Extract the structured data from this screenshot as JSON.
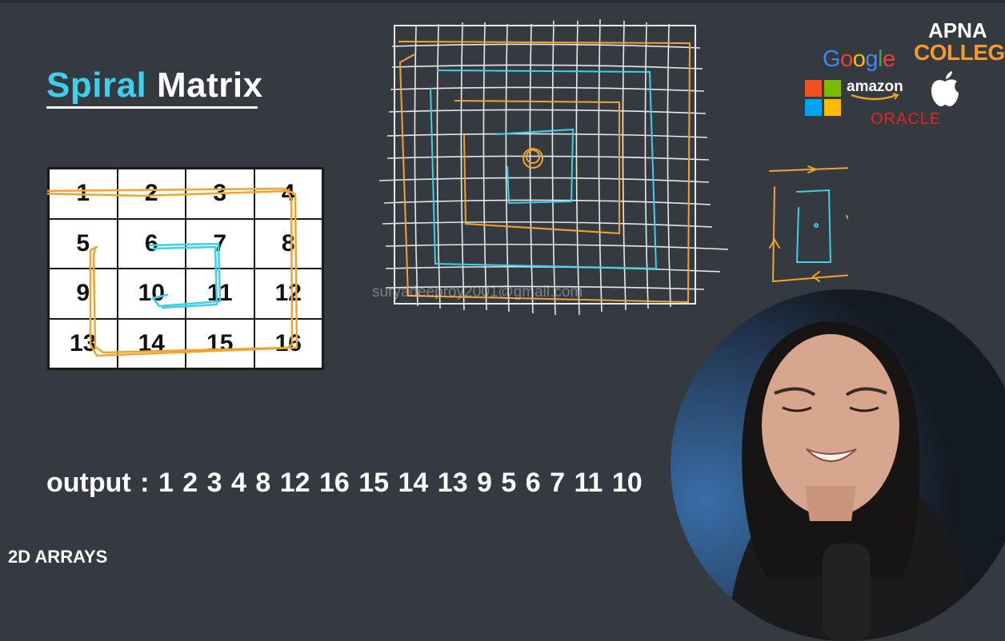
{
  "title": {
    "word1": "Spiral",
    "word2": "Matrix"
  },
  "matrix": {
    "cells": [
      "1",
      "2",
      "3",
      "4",
      "5",
      "6",
      "7",
      "8",
      "9",
      "10",
      "11",
      "12",
      "13",
      "14",
      "15",
      "16"
    ]
  },
  "watermark": "suryadeeproy2001@gmail.com",
  "logos": {
    "apna": "APNA",
    "college": "COLLEGE",
    "google": [
      "G",
      "o",
      "o",
      "g",
      "l",
      "e"
    ],
    "google_colors": [
      "#4285f4",
      "#ea4335",
      "#fbbc05",
      "#4285f4",
      "#34a853",
      "#ea4335"
    ],
    "amazon": "amazon",
    "oracle": "ORACLE",
    "microsoft_colors": [
      "#f25022",
      "#7fba00",
      "#00a4ef",
      "#ffb900"
    ]
  },
  "output": {
    "label": "output",
    "separator": ":",
    "sequence": "1 2 3 4 8 12 16 15 14 13 9 5 6 7 11 10"
  },
  "footer": "2D ARRAYS",
  "colors": {
    "accent_cyan": "#3ed0ea",
    "accent_orange": "#f0a32e",
    "background": "#353a40"
  }
}
